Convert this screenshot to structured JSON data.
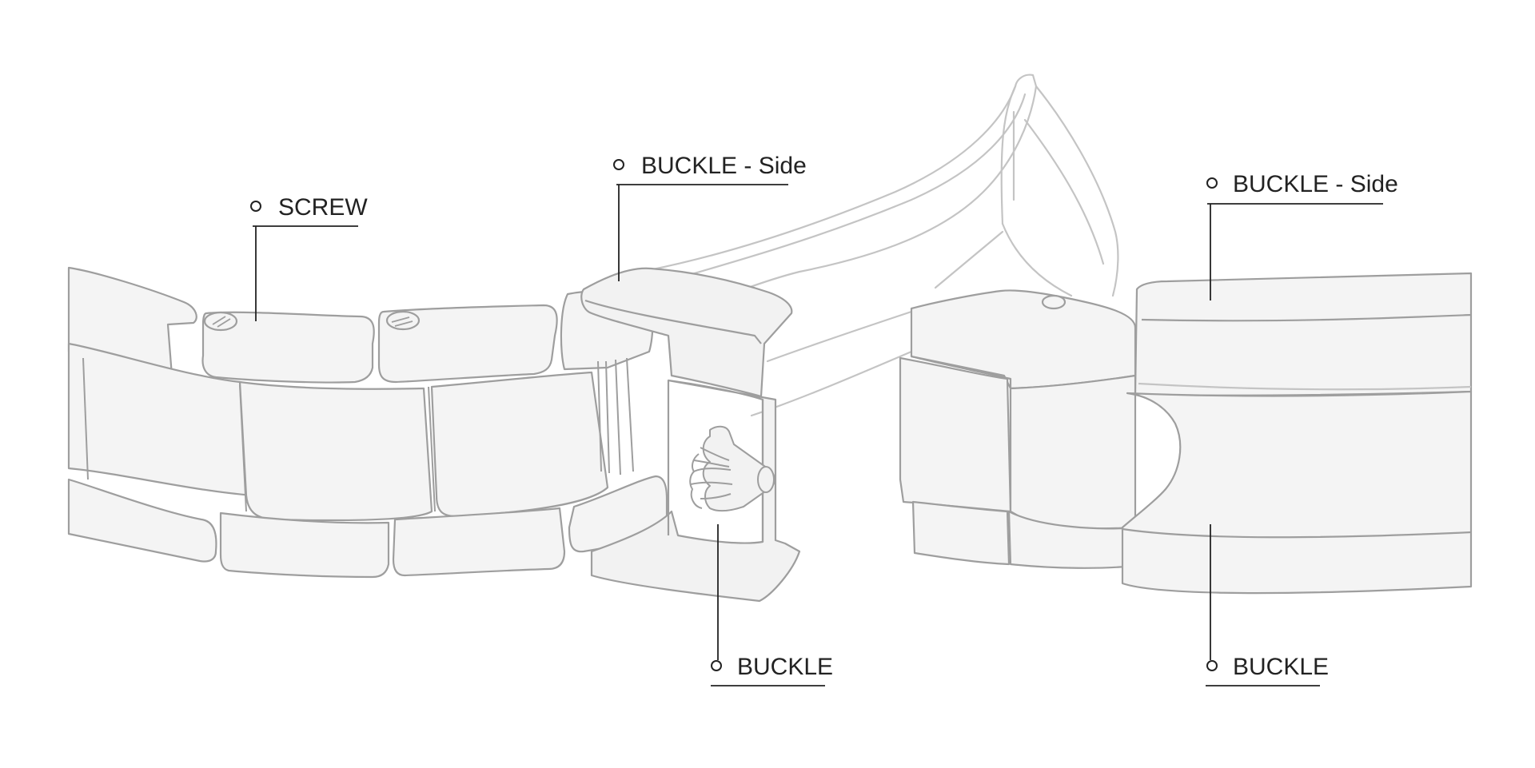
{
  "diagram": {
    "labels": {
      "screw": "SCREW",
      "buckle_side_left": "BUCKLE - Side",
      "buckle_side_right": "BUCKLE - Side",
      "buckle_left": "BUCKLE",
      "buckle_right": "BUCKLE"
    },
    "colors": {
      "outline": "#9e9e9e",
      "outline_light": "#c4c4c4",
      "fill": "#f4f4f4",
      "fill_dark": "#ebebeb",
      "leader": "#222222"
    }
  }
}
